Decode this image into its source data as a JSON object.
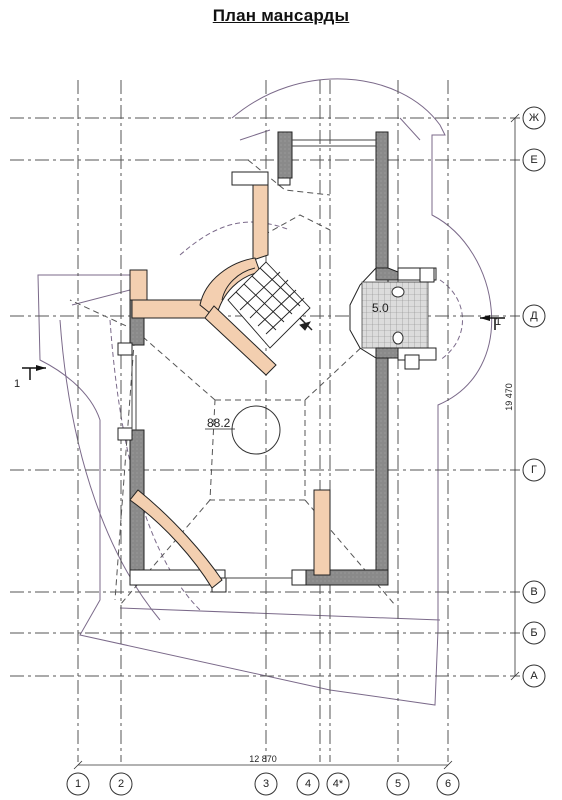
{
  "title": "План мансарды",
  "axes": {
    "vertical": [
      "1",
      "2",
      "3",
      "4",
      "4*",
      "5",
      "6"
    ],
    "horizontal": [
      "Ж",
      "Е",
      "Д",
      "Г",
      "В",
      "Б",
      "А"
    ]
  },
  "dimensions": {
    "overall_width": "12 870",
    "overall_height": "19 470"
  },
  "rooms": [
    {
      "area": "88.2"
    },
    {
      "area": "5.0"
    }
  ],
  "section_marks": [
    "1",
    "1"
  ],
  "colors": {
    "wall": "#7a7a7a",
    "wall_light": "#f3cfb0",
    "lines": "#333333",
    "roof": "#7b6a8a",
    "tile": "#d8d8d8"
  }
}
